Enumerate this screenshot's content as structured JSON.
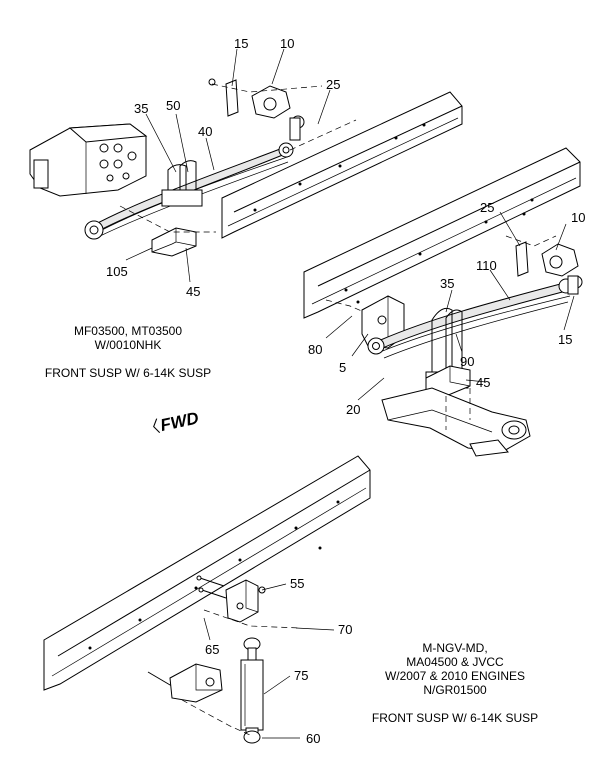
{
  "callouts": {
    "top": [
      "15",
      "10",
      "25",
      "35",
      "50",
      "40",
      "105",
      "45"
    ],
    "right": [
      "25",
      "10",
      "35",
      "110",
      "80",
      "5",
      "90",
      "15",
      "45",
      "20"
    ],
    "bottom": [
      "55",
      "70",
      "65",
      "75",
      "60"
    ]
  },
  "note_upper": {
    "line1": "MF03500, MT03500",
    "line2": "W/0010NHK",
    "line3": "FRONT SUSP W/ 6-14K SUSP"
  },
  "note_lower": {
    "line1": "M-NGV-MD,",
    "line2": "MA04500 & JVCC",
    "line3": "W/2007 & 2010 ENGINES",
    "line4": "N/GR01500",
    "line5": "FRONT SUSP W/ 6-14K SUSP"
  },
  "fwd_label": "FWD",
  "icons": {
    "fwd_arrow": "fwd-arrow-icon"
  }
}
